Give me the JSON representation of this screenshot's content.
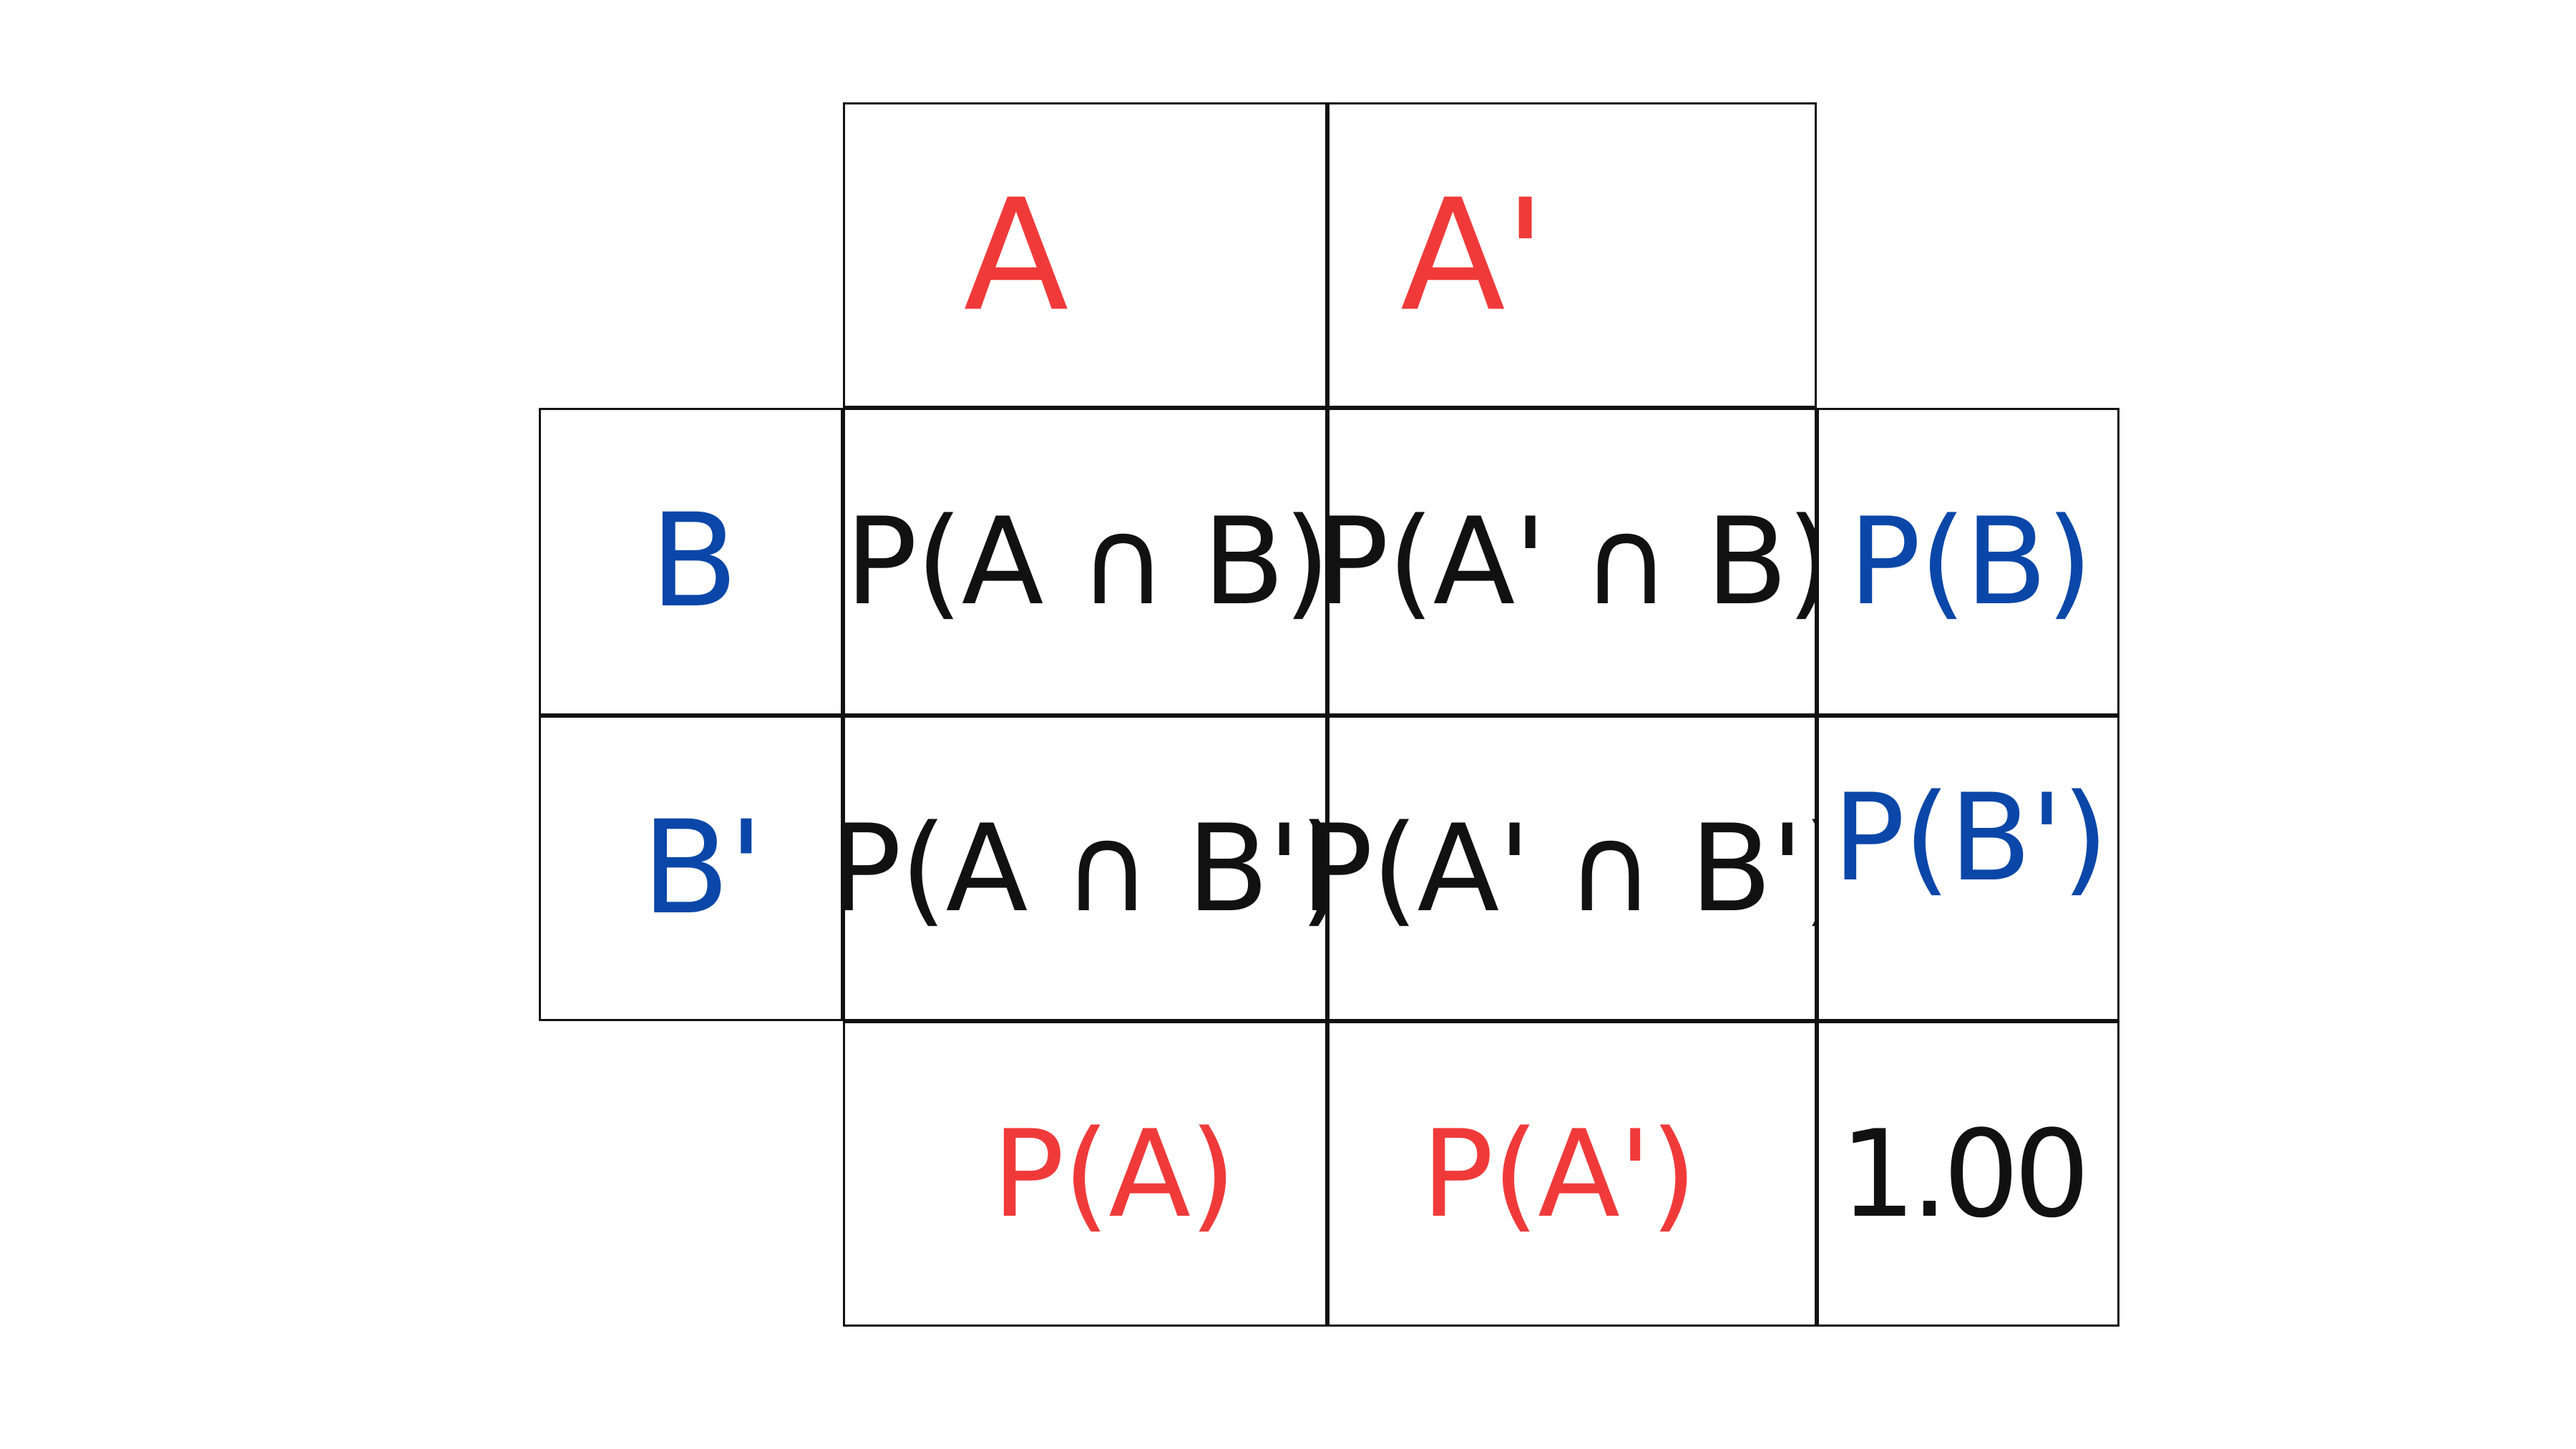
{
  "header": {
    "col_a": "A",
    "col_a_prime": "A'"
  },
  "rows": [
    {
      "label": "B",
      "cells": [
        "P(A ∩ B)",
        "P(A' ∩ B)"
      ],
      "total": "P(B)"
    },
    {
      "label": "B'",
      "cells": [
        "P(A ∩ B')",
        "P(A' ∩ B')"
      ],
      "total": "P(B')"
    }
  ],
  "footer": {
    "total_a": "P(A)",
    "total_a_prime": "P(A')",
    "grand_total": "1.00"
  },
  "colors": {
    "column_event": "#f03a3a",
    "row_event": "#0b47a8",
    "joint": "#111111",
    "border": "#111111"
  }
}
